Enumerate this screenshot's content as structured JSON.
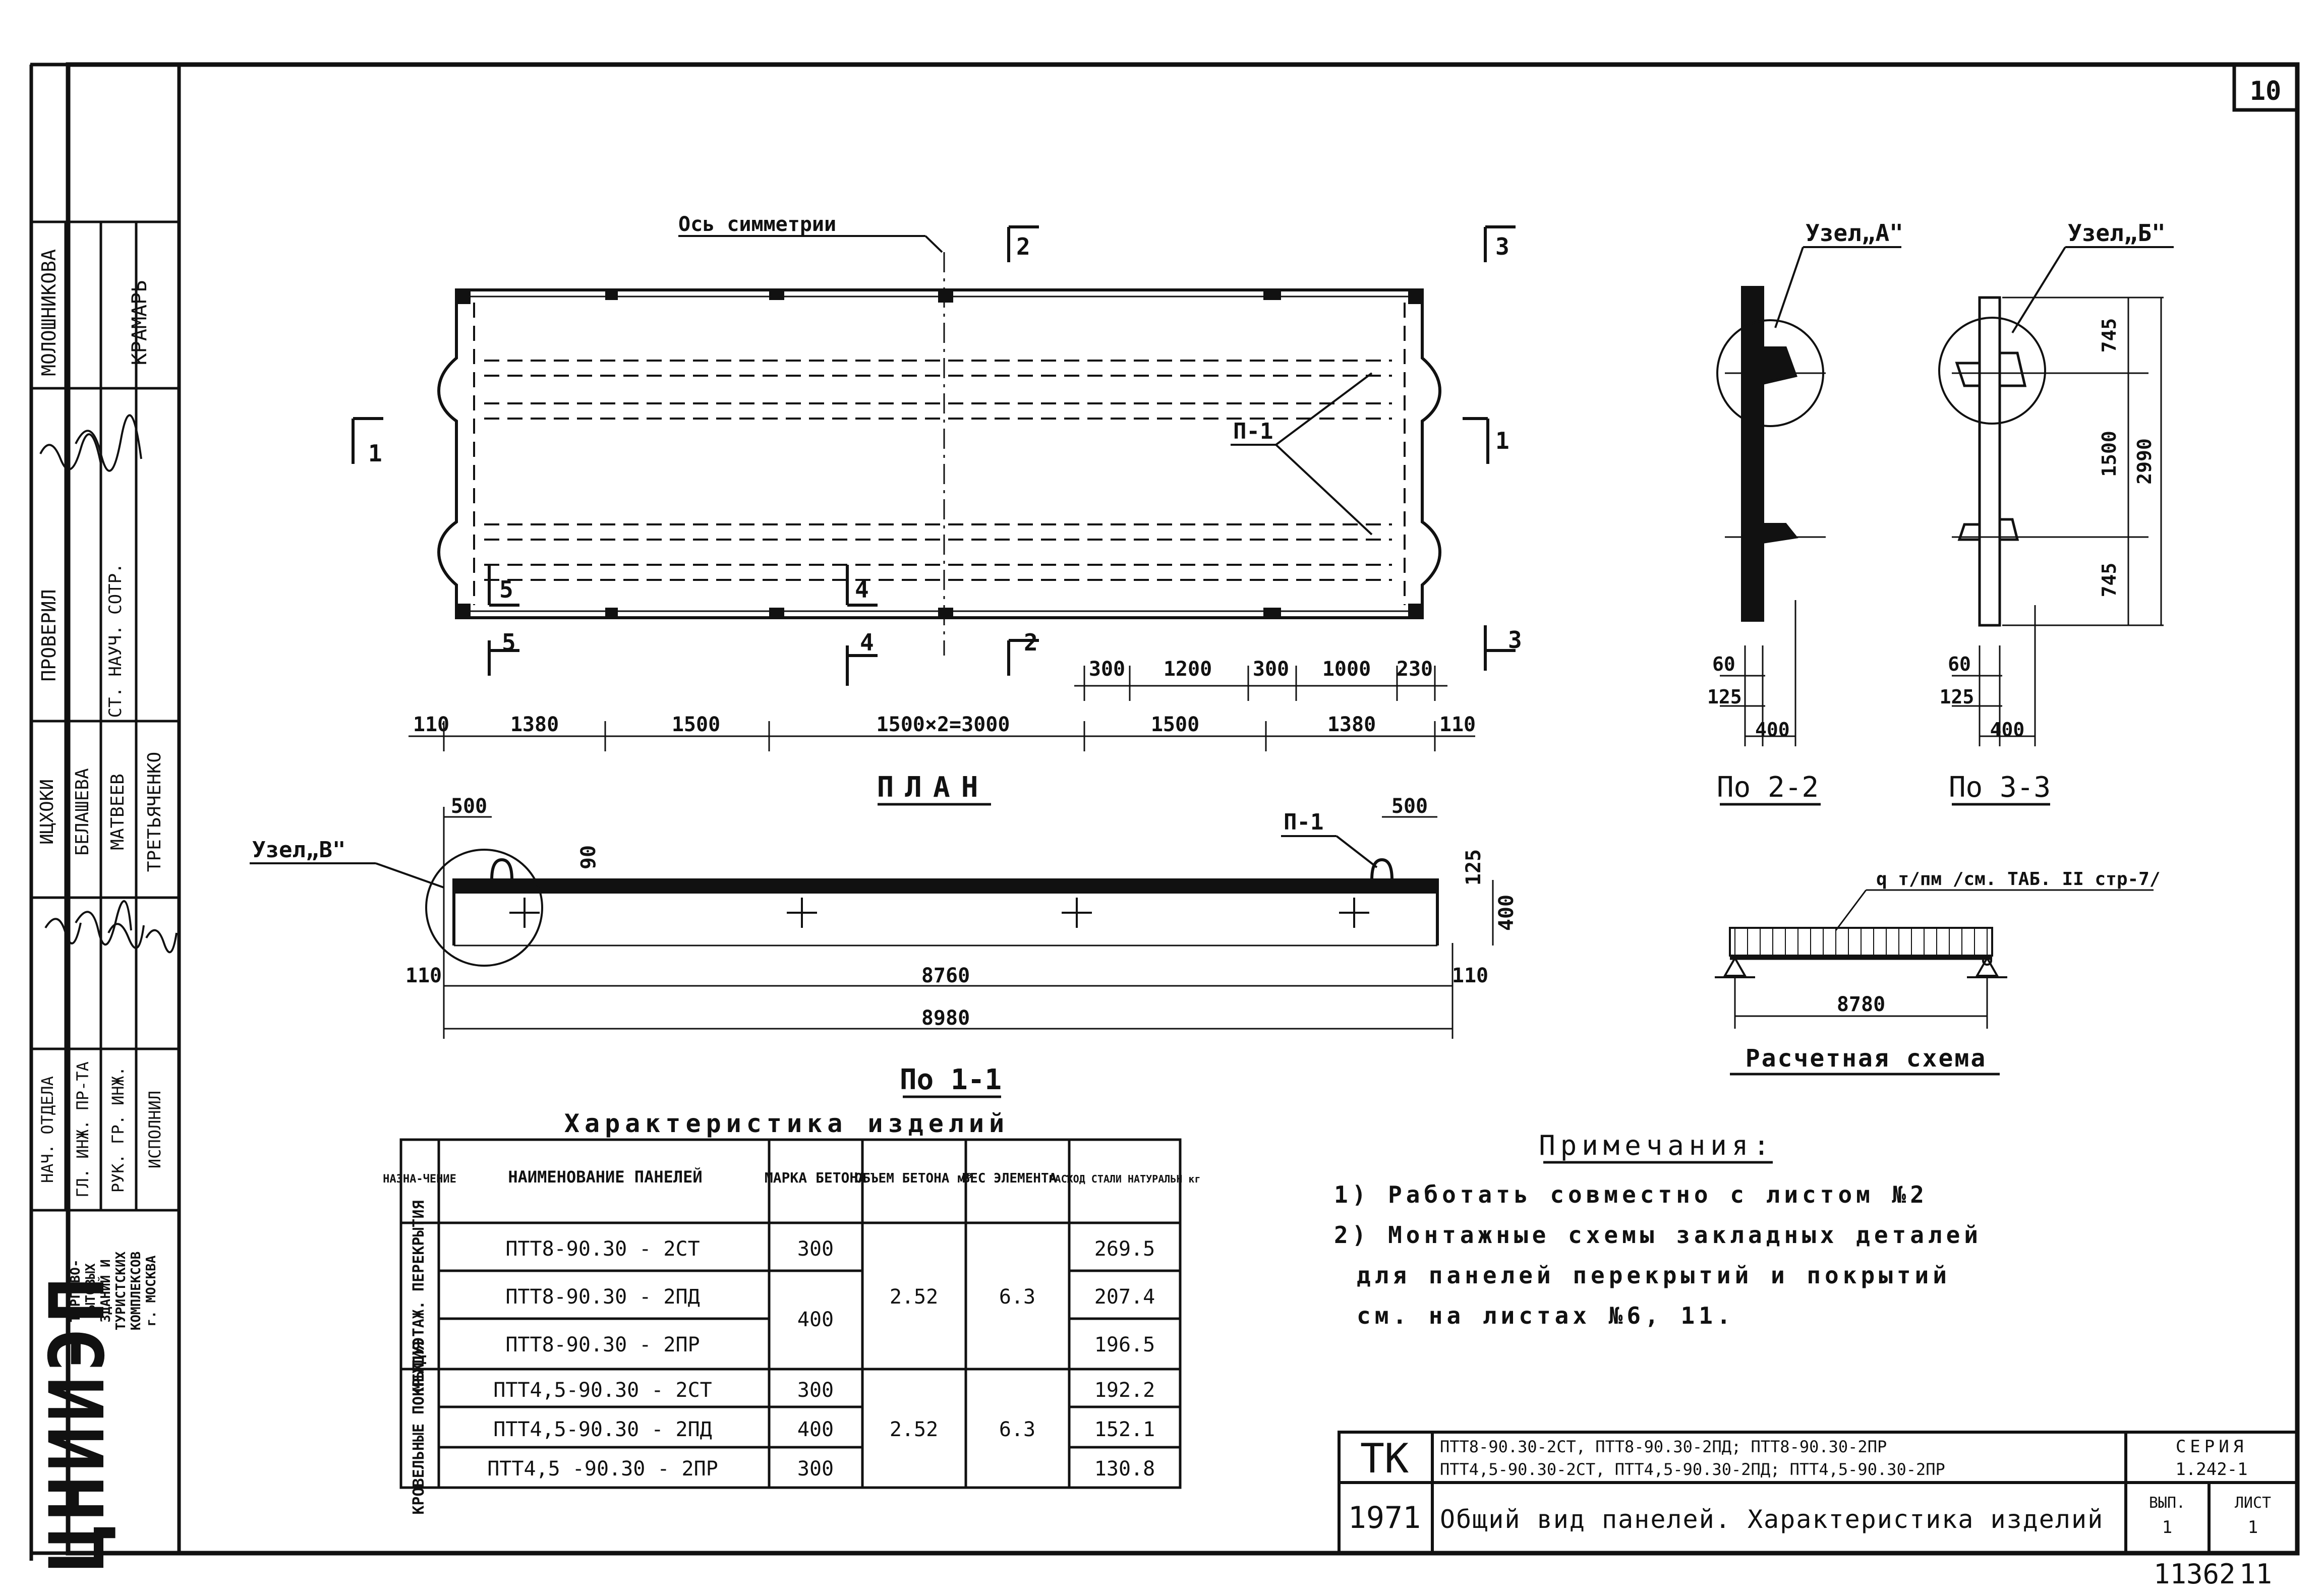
{
  "sheet_number": "10",
  "bottom_numbers": [
    "11362",
    "11"
  ],
  "left_strip": {
    "org_lines": [
      "ТОРГОВО-",
      "БЫТОВЫХ",
      "ЗДАНИЙ И",
      "ТУРИСТСКИХ",
      "КОМПЛЕКСОВ",
      "г. МОСКВА"
    ],
    "org_logo": "ЦНИИЭП",
    "roles": [
      "НАЧ. ОТДЕЛА",
      "ГЛ. ИНЖ. ПР-ТА",
      "РУК. ГР. ИНЖ.",
      "ИСПОЛНИЛ"
    ],
    "names": [
      "ИЦХОКИ",
      "БЕЛАШЕВА",
      "МАТВЕЕВ",
      "ТРЕТЬЯЧЕНКО"
    ],
    "check_label": "ПРОВЕРИЛ",
    "check_role": "СТ. НАУЧ. СОТР.",
    "check_names": [
      "МОЛОШНИКОВА",
      "КРАМАРЬ"
    ]
  },
  "plan": {
    "title": "ПЛАН",
    "axis_label": "Ось симметрии",
    "panel_label": "П-1",
    "cuts": [
      "1",
      "1",
      "2",
      "2",
      "3",
      "3",
      "4",
      "4",
      "5",
      "5"
    ],
    "top_dims": [
      "300",
      "1200",
      "300",
      "1000",
      "230"
    ],
    "bottom_dims": [
      "110",
      "1380",
      "1500",
      "1500×2=3000",
      "1500",
      "1380",
      "110"
    ]
  },
  "section_1": {
    "title": "По 1-1",
    "node_label": "Узел„В\"",
    "panel_label": "П-1",
    "dims": [
      "500",
      "90",
      "500",
      "125",
      "400",
      "110",
      "8760",
      "110",
      "8980"
    ]
  },
  "section_2": {
    "title": "По 2-2",
    "node_label": "Узел„А\"",
    "dims": [
      "60",
      "125",
      "400"
    ]
  },
  "section_3": {
    "title": "По 3-3",
    "node_label": "Узел„Б\"",
    "dims": [
      "745",
      "1500",
      "745",
      "2990",
      "60",
      "125",
      "400"
    ]
  },
  "calc_scheme": {
    "title": "Расчетная схема",
    "load_label": "q т/пм /см. ТАБ. II стр-7/",
    "span": "8780"
  },
  "table": {
    "title": "Характеристика изделий",
    "headers": [
      "НАЗНА-ЧЕНИЕ",
      "НАИМЕНОВАНИЕ ПАНЕЛЕЙ",
      "МАРКА БЕТОНА",
      "ОБЪЕМ БЕТОНА м³",
      "ВЕС ЭЛЕМЕНТА т",
      "РАСХОД СТАЛИ НАТУРАЛЬН кг"
    ],
    "groups": [
      {
        "purpose": "МЕЖДУЭТАЖ. ПЕРЕКРЫТИЯ",
        "volume": "2.52",
        "weight": "6.3",
        "rows": [
          {
            "name": "ПТТ8-90.30 - 2СТ",
            "grade": "300",
            "steel": "269.5"
          },
          {
            "name": "ПТТ8-90.30 - 2ПД",
            "grade": "400",
            "steel": "207.4"
          },
          {
            "name": "ПТТ8-90.30 - 2ПР",
            "grade": "",
            "steel": "196.5"
          }
        ]
      },
      {
        "purpose": "КРОВЕЛЬНЫЕ ПОКРЫТИЯ",
        "volume": "2.52",
        "weight": "6.3",
        "rows": [
          {
            "name": "ПТТ4,5-90.30 - 2СТ",
            "grade": "300",
            "steel": "192.2"
          },
          {
            "name": "ПТТ4,5-90.30 - 2ПД",
            "grade": "400",
            "steel": "152.1"
          },
          {
            "name": "ПТТ4,5 -90.30 - 2ПР",
            "grade": "300",
            "steel": "130.8"
          }
        ]
      }
    ]
  },
  "notes": {
    "title": "Примечания:",
    "lines": [
      "1) Работать совместно с листом №2",
      "2) Монтажные схемы закладных деталей",
      "для панелей перекрытий и покрытий",
      "см. на листах №6, 11."
    ]
  },
  "title_block": {
    "code": "ТК",
    "year": "1971",
    "marks_1": "ПТТ8-90.30-2СТ, ПТТ8-90.30-2ПД; ПТТ8-90.30-2ПР",
    "marks_2": "ПТТ4,5-90.30-2СТ, ПТТ4,5-90.30-2ПД; ПТТ4,5-90.30-2ПР",
    "description": "Общий вид панелей. Характеристика изделий",
    "series_label": "СЕРИЯ",
    "series_value": "1.242-1",
    "issue_label": "ВЫП.",
    "issue_value": "1",
    "sheet_label": "ЛИСТ",
    "sheet_value": "1"
  }
}
